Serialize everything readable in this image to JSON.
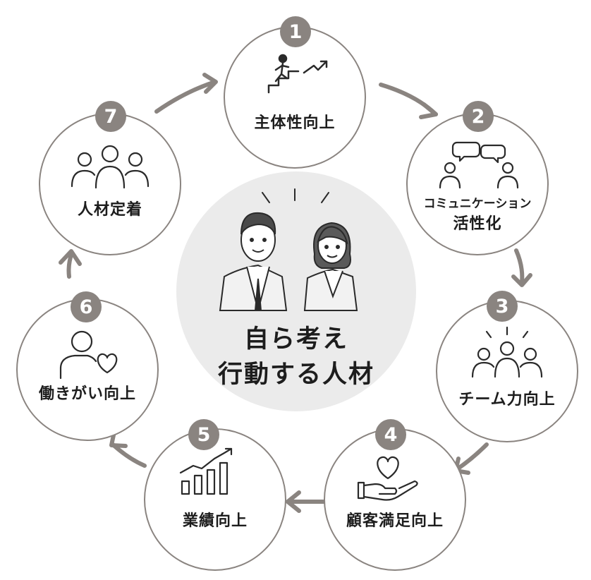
{
  "center": {
    "line1": "自ら考え",
    "line2": "行動する人材"
  },
  "steps": [
    {
      "number": "1",
      "label": "主体性向上",
      "icon": "stairs-climbing-person-icon"
    },
    {
      "number": "2",
      "label_line1": "コミュニケーション",
      "label_line2": "活性化",
      "icon": "conversation-icon"
    },
    {
      "number": "3",
      "label": "チーム力向上",
      "icon": "team-icon"
    },
    {
      "number": "4",
      "label": "顧客満足向上",
      "icon": "heart-in-hand-icon"
    },
    {
      "number": "5",
      "label": "業績向上",
      "icon": "growth-chart-icon"
    },
    {
      "number": "6",
      "label": "働きがい向上",
      "icon": "person-heart-icon"
    },
    {
      "number": "7",
      "label": "人材定着",
      "icon": "group-icon"
    }
  ],
  "colors": {
    "ring": "#8a8480",
    "center_fill": "#ebebeb",
    "text": "#1d1d1d"
  }
}
